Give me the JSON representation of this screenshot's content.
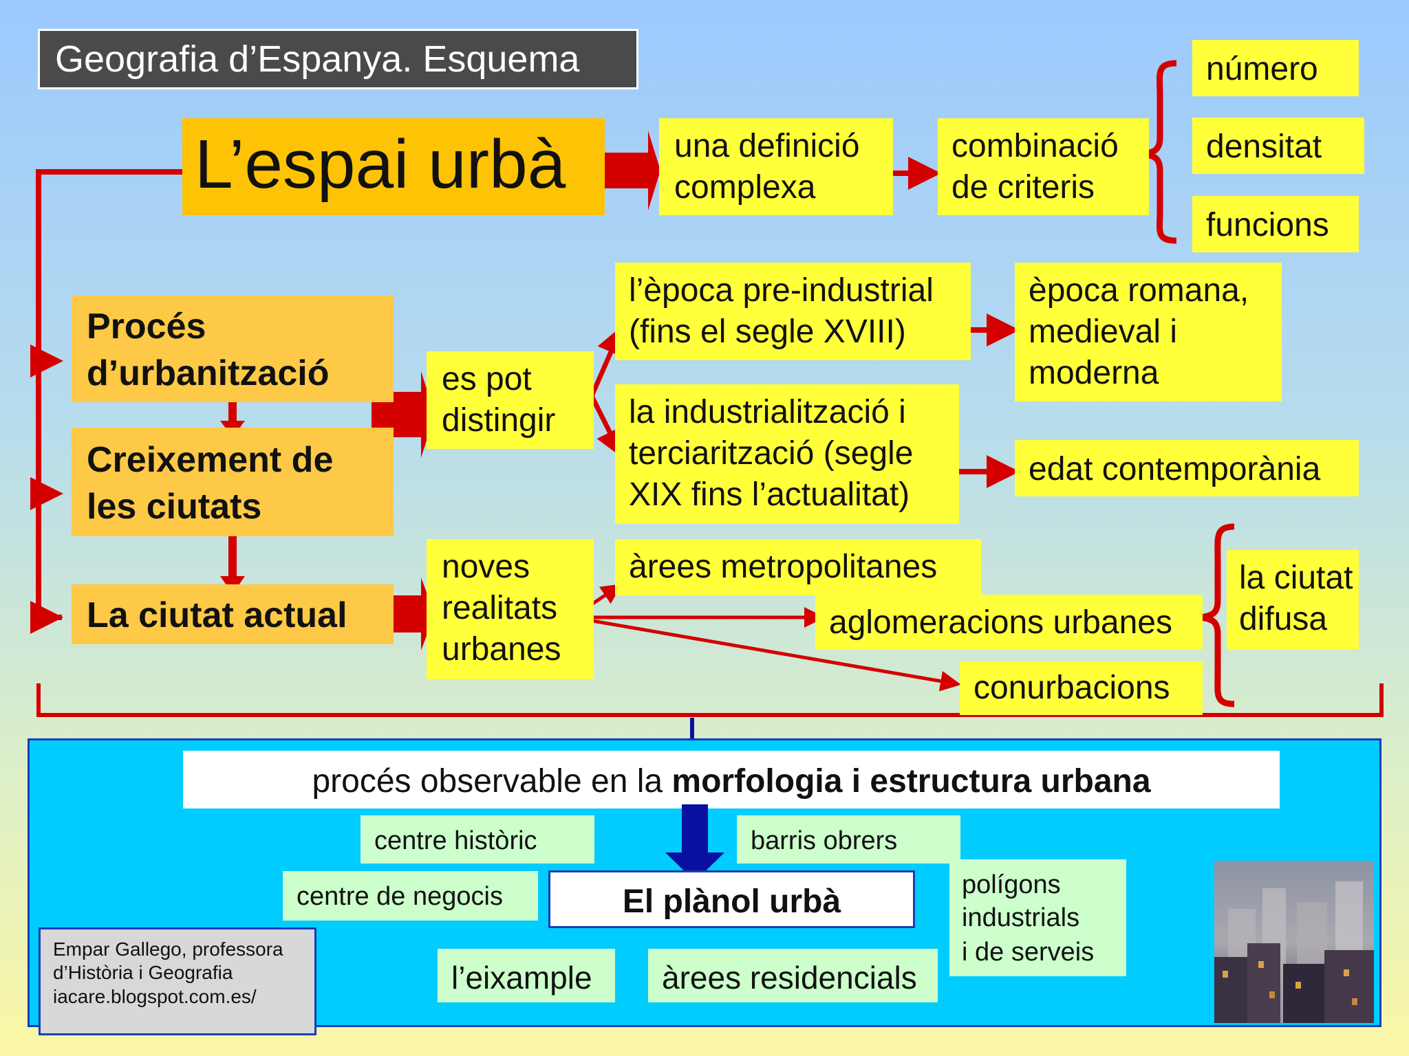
{
  "title": "Geografia d’Espanya. Esquema",
  "main_topic": "L’espai urbà",
  "definition": {
    "line1": "una definició",
    "line2": "complexa"
  },
  "criteria": {
    "line1": "combinació",
    "line2": "de criteris"
  },
  "criteria_items": [
    "número",
    "densitat",
    "funcions"
  ],
  "process": {
    "urbanization": {
      "line1": "Procés",
      "line2": "d’urbanització"
    },
    "growth": {
      "line1": "Creixement de",
      "line2": "les ciutats"
    },
    "current_city": "La ciutat actual"
  },
  "distinguish": {
    "line1": "es pot",
    "line2": "distingir"
  },
  "periods": {
    "preindustrial": {
      "line1": "l’època pre-industrial",
      "line2": "(fins el segle XVIII)"
    },
    "preindustrial_detail": {
      "line1": "època romana,",
      "line2": "medieval i",
      "line3": "moderna"
    },
    "industrial": {
      "line1": "la industrialització i",
      "line2": "terciarització (segle",
      "line3": "XIX fins l’actualitat)"
    },
    "industrial_detail": "edat contemporània"
  },
  "new_realities": {
    "line1": "noves",
    "line2": "realitats",
    "line3": "urbanes"
  },
  "urban_forms": [
    "àrees metropolitanes",
    "aglomeracions urbanes",
    "conurbacions"
  ],
  "diffuse_city": {
    "line1": "la ciutat",
    "line2": "difusa"
  },
  "morphology": {
    "prefix": "procés observable en la ",
    "emphasis": "morfologia i estructura urbana"
  },
  "plan": "El plànol urbà",
  "plan_parts": {
    "historic_centre": "centre històric",
    "working_districts": "barris obrers",
    "business_centre": "centre de negocis",
    "estates": {
      "line1": "polígons",
      "line2": "industrials",
      "line3": "i de serveis"
    },
    "expansion": "l’eixample",
    "residential": "àrees residencials"
  },
  "credit": {
    "line1": "Empar Gallego, professora",
    "line2": "d’Història i Geografia",
    "line3": "iacare.blogspot.com.es/"
  },
  "colors": {
    "arrow_red": "#d40000",
    "arrow_blue": "#0a10a0",
    "box_yellow": "#ffff3a",
    "box_orange": "#fdc947",
    "panel_blue": "#00ccff",
    "box_green": "#ccffcc"
  }
}
